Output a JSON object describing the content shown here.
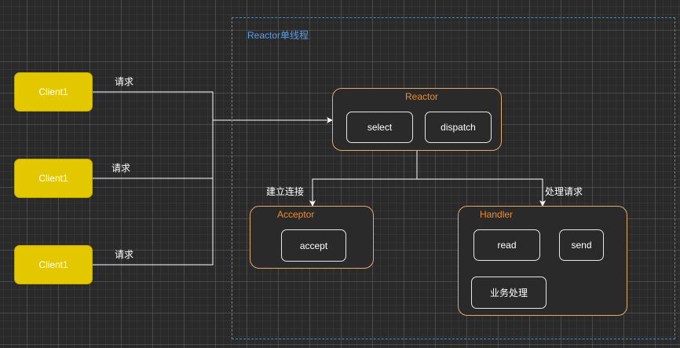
{
  "container": {
    "title": "Reactor单线程"
  },
  "clients": [
    {
      "label": "Client1",
      "request": "请求"
    },
    {
      "label": "Client1",
      "request": "请求"
    },
    {
      "label": "Client1",
      "request": "请求"
    }
  ],
  "reactor": {
    "title": "Reactor",
    "select": "select",
    "dispatch": "dispatch"
  },
  "acceptor": {
    "title": "Acceptor",
    "accept": "accept"
  },
  "handler": {
    "title": "Handler",
    "read": "read",
    "send": "send",
    "business": "业务处理"
  },
  "edges": {
    "connect": "建立连接",
    "process": "处理请求"
  },
  "colors": {
    "client": "#e3c800",
    "group_border": "#e8a870",
    "group_title": "#f08a2a",
    "container_border": "#3d8fc9",
    "container_title": "#5a9de8"
  }
}
